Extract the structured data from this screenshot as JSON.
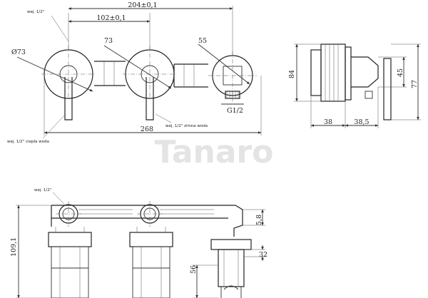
{
  "watermark": "Tanaro",
  "front_view": {
    "dim_total_top": "204±0,1",
    "dim_centers": "102±0,1",
    "dim_dia_left": "Ø73",
    "dim_dia_mid": "73",
    "dim_dia_right": "55",
    "dim_thread": "G1/2",
    "dim_total_width": "268",
    "label_inlet_top": "wej. 1/2\"",
    "label_cold_water": "wej. 1/2\" zimna woda",
    "label_hot_water": "wej. 1/2\" ciepła woda"
  },
  "side_view": {
    "dim_height": "84",
    "dim_outlet_height": "45",
    "dim_overall_height": "77",
    "dim_depth_left": "38",
    "dim_depth_right": "38,5"
  },
  "top_view": {
    "label_inlet": "wej. 1/2\"",
    "dim_height": "109,1",
    "dim_offset": "5,8",
    "dim_width": "32",
    "dim_bottom": "56"
  }
}
